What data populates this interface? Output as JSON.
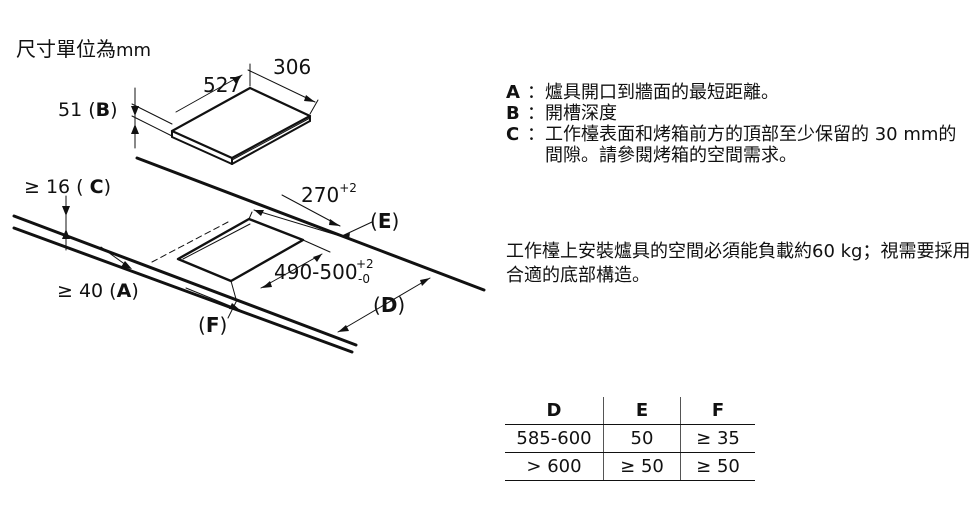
{
  "title": "尺寸單位為",
  "unit": "mm",
  "diagram": {
    "labels": {
      "depth": "527",
      "width": "306",
      "thickness": "51 (",
      "thickness_key": "B",
      "min_c": "≥ 16 ( ",
      "min_c_key": "C",
      "cut_depth": "270",
      "cut_depth_tol": "+2",
      "cut_width": "490-500",
      "cut_width_tol_plus": "+2",
      "cut_width_tol_minus": "-0",
      "min_a": "≥ 40 (",
      "min_a_key": "A",
      "key_e": "E",
      "key_d": "D",
      "key_f": "F"
    }
  },
  "notes": [
    {
      "key": "A",
      "sep": "：",
      "text": "爐具開口到牆面的最短距離。"
    },
    {
      "key": "B",
      "sep": "：",
      "text": "開槽深度"
    },
    {
      "key": "C",
      "sep": "：",
      "text": "工作檯表面和烤箱前方的頂部至少保留的 30 mm的間隙。請參閱烤箱的空間需求。"
    }
  ],
  "load_note": "工作檯上安裝爐具的空間必須能負載約60 kg；視需要採用合適的底部構造。",
  "table": {
    "headers": [
      "D",
      "E",
      "F"
    ],
    "rows": [
      [
        "585-600",
        "50",
        "≥ 35"
      ],
      [
        "> 600",
        "≥ 50",
        "≥ 50"
      ]
    ]
  }
}
